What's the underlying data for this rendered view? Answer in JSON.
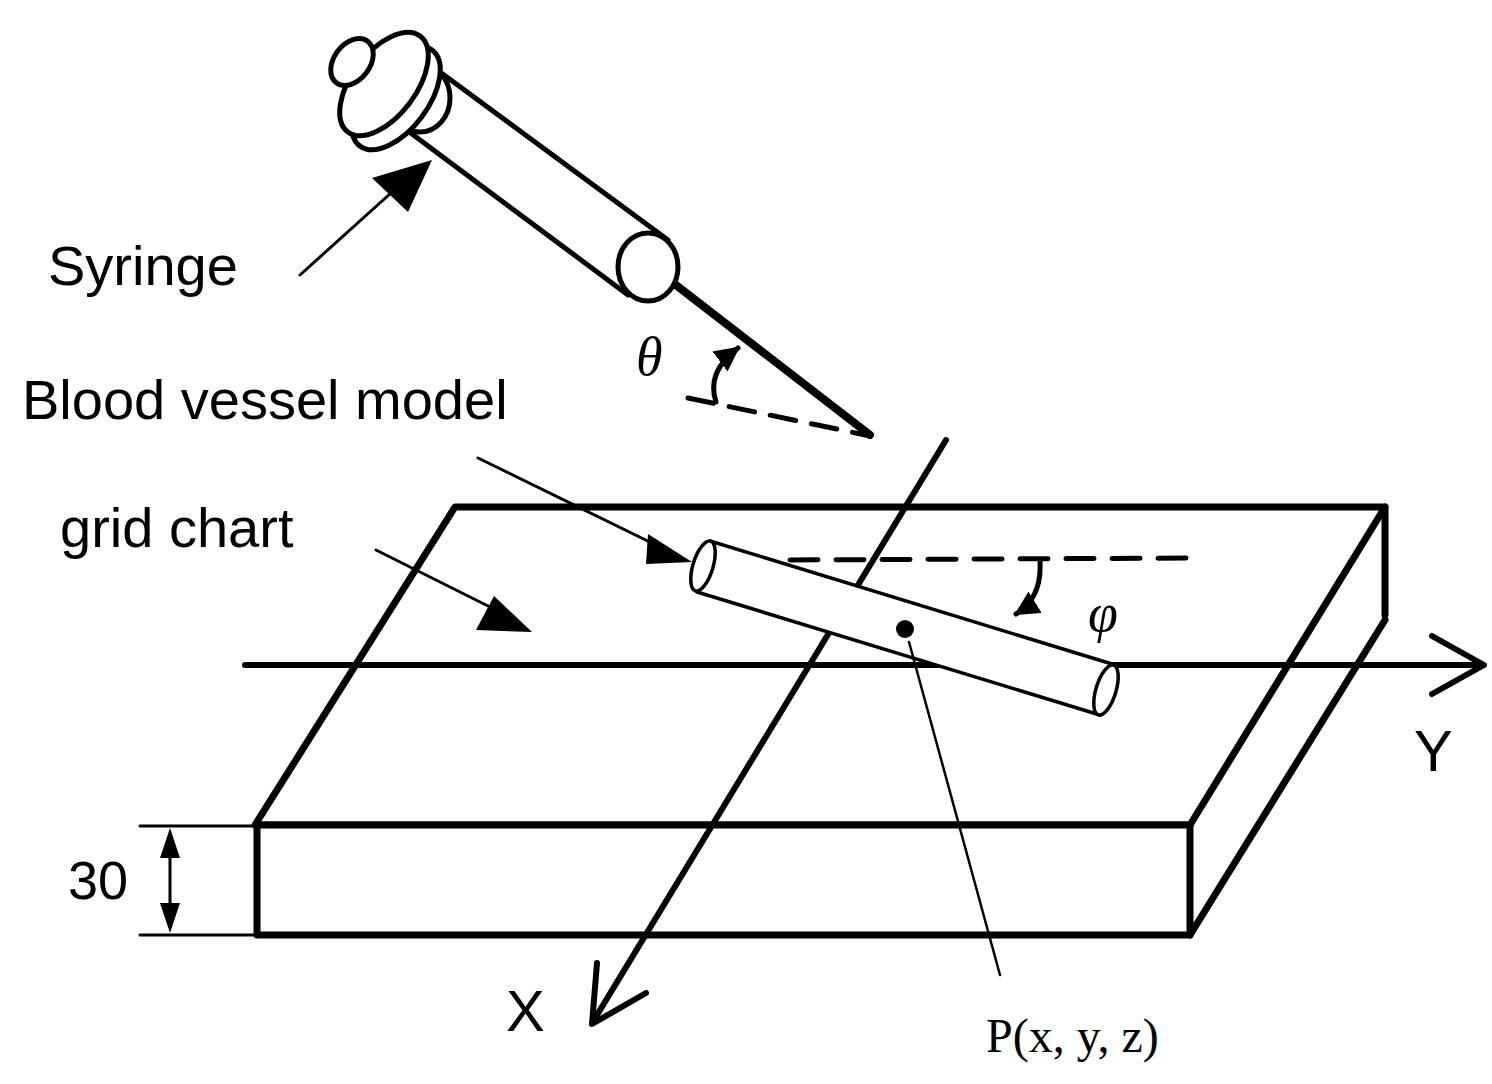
{
  "diagram": {
    "labels": [
      "Syringe",
      "Blood vessel model",
      "grid chart",
      "θ",
      "φ",
      "30",
      "X",
      "Y",
      "P(x, y, z)"
    ]
  }
}
